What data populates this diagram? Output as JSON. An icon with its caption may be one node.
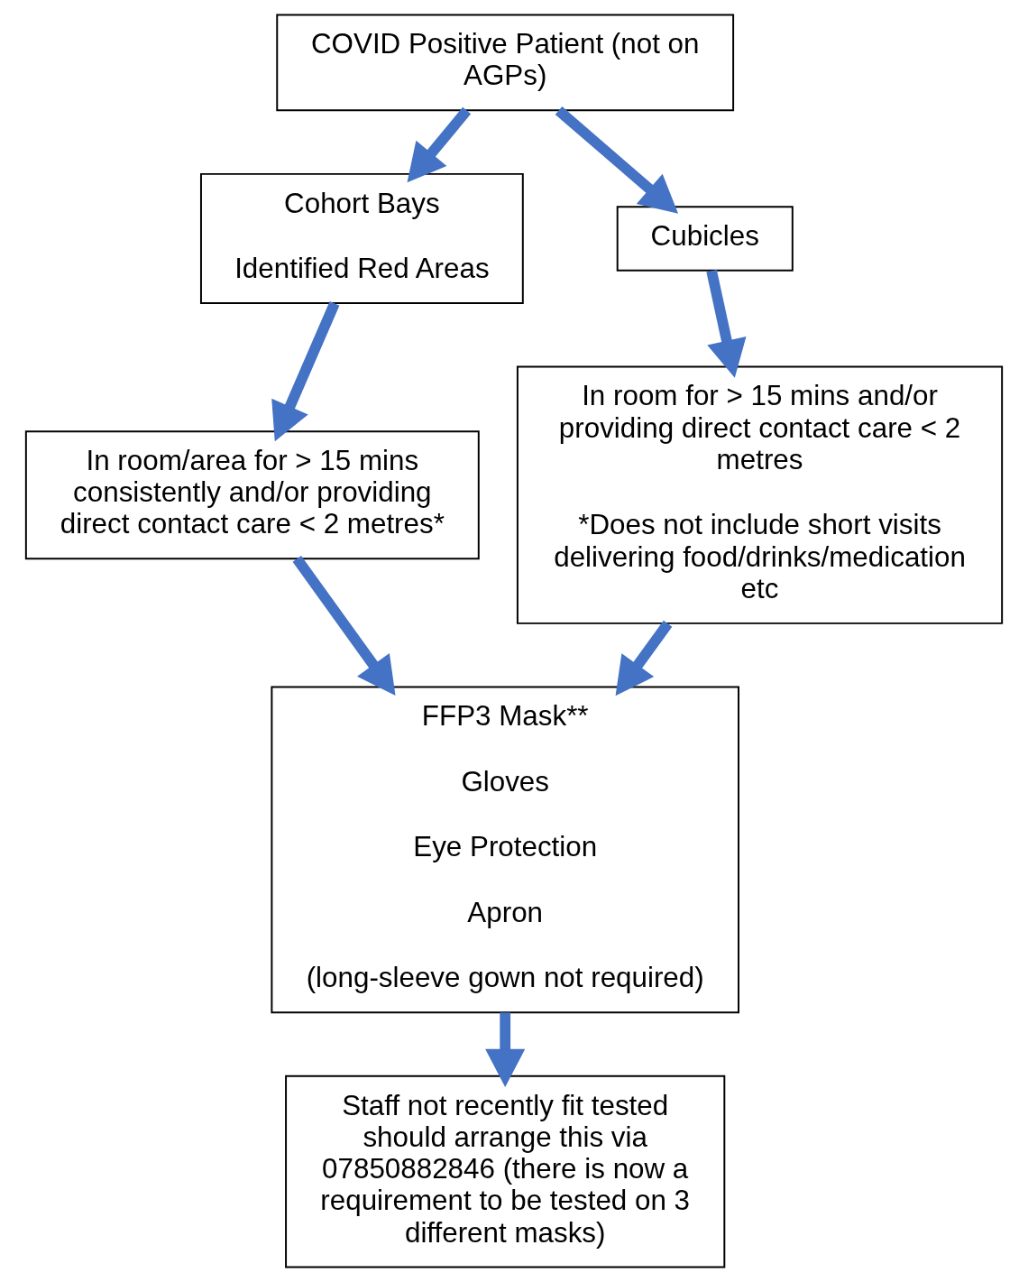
{
  "diagram": {
    "nodes": [
      {
        "text": [
          "COVID Positive Patient (not on AGPs)"
        ]
      },
      {
        "text": [
          "Cohort Bays",
          "Identified Red Areas"
        ]
      },
      {
        "text": [
          "Cubicles"
        ]
      },
      {
        "text": [
          "In room/area for > 15 mins consistently and/or providing direct contact care < 2 metres*"
        ]
      },
      {
        "text": [
          "In room for > 15 mins and/or providing direct contact care < 2 metres",
          "*Does not include short visits delivering food/drinks/medication etc"
        ]
      },
      {
        "text": [
          "FFP3 Mask**",
          "Gloves",
          "Eye Protection",
          "Apron",
          "(long-sleeve gown not required)"
        ]
      },
      {
        "text": [
          "Staff not recently fit tested should arrange this via 07850882846 (there is now a requirement to be tested on 3 different masks)"
        ]
      }
    ],
    "edges": [
      {
        "from": 0,
        "to": 1,
        "arrow": "to"
      },
      {
        "from": 0,
        "to": 2,
        "arrow": "to"
      },
      {
        "from": 1,
        "to": 3,
        "arrow": "to"
      },
      {
        "from": 2,
        "to": 4,
        "arrow": "to"
      },
      {
        "from": 3,
        "to": 5,
        "arrow": "to"
      },
      {
        "from": 4,
        "to": 5,
        "arrow": "to"
      },
      {
        "from": 5,
        "to": 6,
        "arrow": "to"
      }
    ]
  }
}
